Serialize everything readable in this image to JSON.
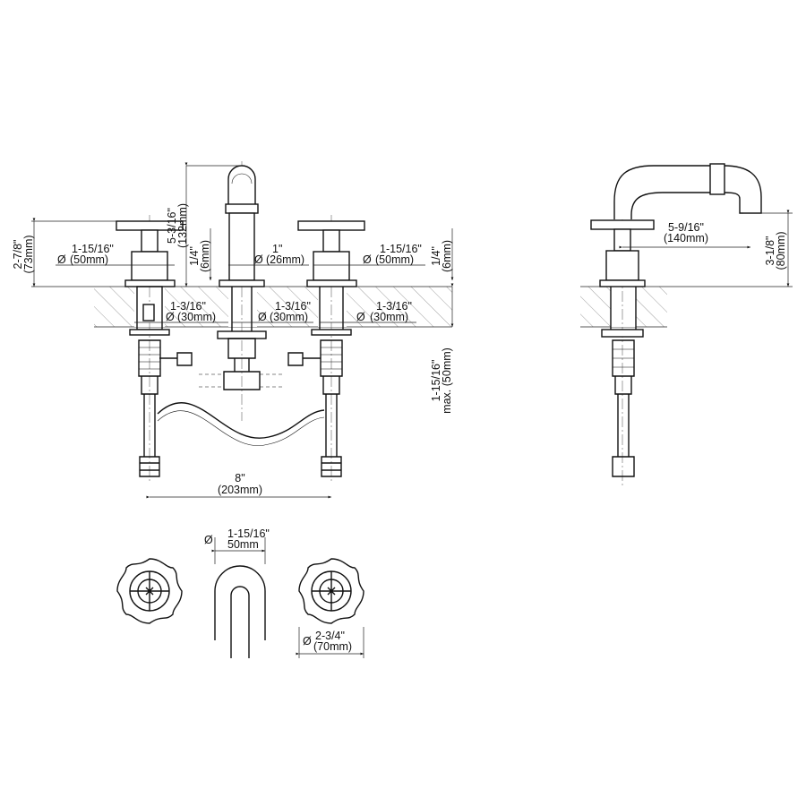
{
  "front_view": {
    "spout_height": {
      "in": "5-3/16\"",
      "mm": "(132mm)"
    },
    "handle_height": {
      "in": "2-7/8\"",
      "mm": "(73mm)"
    },
    "left_handle_dia": {
      "sym": "Ø",
      "in": "1-15/16\"",
      "mm": "(50mm)"
    },
    "deck_thickness_left": {
      "in": "1/4\"",
      "mm": "(6mm)"
    },
    "spout_dia": {
      "sym": "Ø",
      "in": "1\"",
      "mm": "(26mm)"
    },
    "right_handle_dia": {
      "sym": "Ø",
      "in": "1-15/16\"",
      "mm": "(50mm)"
    },
    "deck_thickness_right": {
      "in": "1/4\"",
      "mm": "(6mm)"
    },
    "hole_left": {
      "sym": "Ø",
      "in": "1-3/16\"",
      "mm": "(30mm)"
    },
    "hole_center": {
      "sym": "Ø",
      "in": "1-3/16\"",
      "mm": "(30mm)"
    },
    "hole_right": {
      "sym": "Ø",
      "in": "1-3/16\"",
      "mm": "(30mm)"
    },
    "max_deck": {
      "in": "1-15/16\"",
      "mm": "max. (50mm)"
    },
    "spread": {
      "in": "8\"",
      "mm": "(203mm)"
    }
  },
  "side_view": {
    "reach": {
      "in": "5-9/16\"",
      "mm": "(140mm)"
    },
    "spout_clearance": {
      "in": "3-1/8\"",
      "mm": "(80mm)"
    }
  },
  "top_view": {
    "spout_dia": {
      "sym": "Ø",
      "in": "1-15/16\"",
      "mm": "50mm"
    },
    "handle_dia": {
      "sym": "Ø",
      "in": "2-3/4\"",
      "mm": "(70mm)"
    }
  }
}
